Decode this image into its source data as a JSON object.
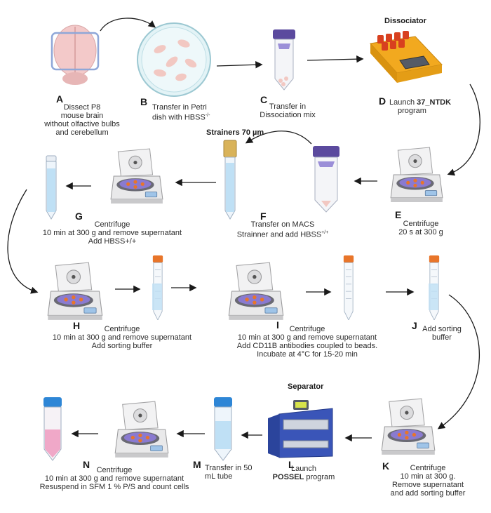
{
  "headers": {
    "dissociator": "Dissociator",
    "strainers": "Strainers 70 µm",
    "separator": "Separator"
  },
  "steps": {
    "A": {
      "letter": "A",
      "lines": [
        "Dissect P8",
        "mouse brain",
        "without olfactive bulbs",
        "and cerebellum"
      ]
    },
    "B": {
      "letter": "B",
      "line1": "Transfer in Petri",
      "line2_pre": "dish with HBSS",
      "line2_sup": "-/-"
    },
    "C": {
      "letter": "C",
      "lines": [
        "Transfer in",
        "Dissociation mix"
      ]
    },
    "D": {
      "letter": "D",
      "line1_pre": "Launch ",
      "line1_bold": "37_NTDK",
      "line2": "program"
    },
    "E": {
      "letter": "E",
      "lines": [
        "Centrifuge",
        "20 s at 300 g"
      ]
    },
    "F": {
      "letter": "F",
      "line1": "Transfer on MACS",
      "line2_pre": "Strainner and add HBSS",
      "line2_sup": "+/+"
    },
    "G": {
      "letter": "G",
      "lines": [
        "Centrifuge",
        "10 min at 300 g and remove supernatant",
        "Add HBSS+/+"
      ]
    },
    "H": {
      "letter": "H",
      "lines": [
        "Centrifuge",
        "10 min at 300 g and remove supernatant",
        "Add sorting buffer"
      ]
    },
    "I": {
      "letter": "I",
      "lines": [
        "Centrifuge",
        "10 min at 300 g and remove supernatant",
        "Add CD11B antibodies coupled to beads.",
        "Incubate at 4°C for 15-20 min"
      ]
    },
    "J": {
      "letter": "J",
      "lines": [
        "Add sorting",
        "buffer"
      ]
    },
    "K": {
      "letter": "K",
      "lines": [
        "Centrifuge",
        "10 min at 300 g.",
        "Remove supernatant",
        "and add sorting buffer"
      ]
    },
    "L": {
      "letter": "L",
      "line1": "Launch",
      "line2_bold": "POSSEL",
      "line2_post": " program"
    },
    "M": {
      "letter": "M",
      "lines": [
        "Transfer in 50",
        "mL tube"
      ]
    },
    "N": {
      "letter": "N",
      "lines": [
        "Centrifuge",
        "10 min at 300 g and remove supernatant",
        "Resuspend in SFM 1 % P/S and count cells"
      ]
    }
  },
  "colors": {
    "tube_cap_orange": "#e8752a",
    "tube_cap_blue": "#2e86d6",
    "cap_purple": "#5b4a9e",
    "liquid_blue": "#bfe0f5",
    "liquid_pink": "#f0a8c8",
    "dissociator_body": "#f2a91f",
    "dissociator_red": "#d8401f",
    "separator_blue": "#3a55b8",
    "brain_pink": "#f3c9c9",
    "arrow": "#1a1a1a"
  }
}
